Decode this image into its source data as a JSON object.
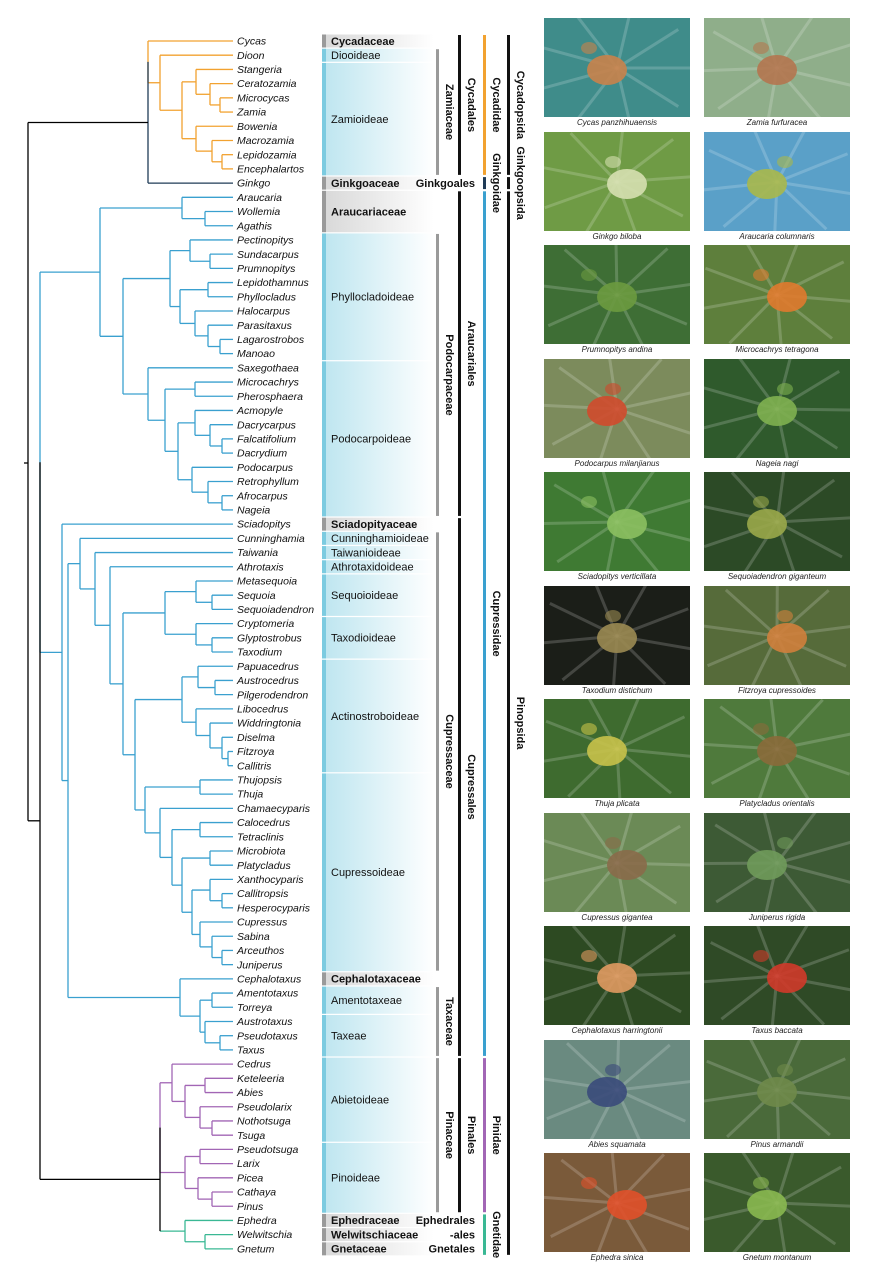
{
  "colors": {
    "cycads": "#f2a230",
    "ginkgo": "#1f3b57",
    "conifers_ii": "#3aa0cf",
    "pinaceae": "#a266b5",
    "gnetales": "#3ab894",
    "root": "#000000"
  },
  "genera": [
    "Cycas",
    "Dioon",
    "Stangeria",
    "Ceratozamia",
    "Microcycas",
    "Zamia",
    "Bowenia",
    "Macrozamia",
    "Lepidozamia",
    "Encephalartos",
    "Ginkgo",
    "Araucaria",
    "Wollemia",
    "Agathis",
    "Pectinopitys",
    "Sundacarpus",
    "Prumnopitys",
    "Lepidothamnus",
    "Phyllocladus",
    "Halocarpus",
    "Parasitaxus",
    "Lagarostrobos",
    "Manoao",
    "Saxegothaea",
    "Microcachrys",
    "Pherosphaera",
    "Acmopyle",
    "Dacrycarpus",
    "Falcatifolium",
    "Dacrydium",
    "Podocarpus",
    "Retrophyllum",
    "Afrocarpus",
    "Nageia",
    "Sciadopitys",
    "Cunninghamia",
    "Taiwania",
    "Athrotaxis",
    "Metasequoia",
    "Sequoia",
    "Sequoiadendron",
    "Cryptomeria",
    "Glyptostrobus",
    "Taxodium",
    "Papuacedrus",
    "Austrocedrus",
    "Pilgerodendron",
    "Libocedrus",
    "Widdringtonia",
    "Diselma",
    "Fitzroya",
    "Callitris",
    "Thujopsis",
    "Thuja",
    "Chamaecyparis",
    "Calocedrus",
    "Tetraclinis",
    "Microbiota",
    "Platycladus",
    "Xanthocyparis",
    "Callitropsis",
    "Hesperocyparis",
    "Cupressus",
    "Sabina",
    "Arceuthos",
    "Juniperus",
    "Cephalotaxus",
    "Amentotaxus",
    "Torreya",
    "Austrotaxus",
    "Pseudotaxus",
    "Taxus",
    "Cedrus",
    "Keteleeria",
    "Abies",
    "Pseudolarix",
    "Nothotsuga",
    "Tsuga",
    "Pseudotsuga",
    "Larix",
    "Picea",
    "Cathaya",
    "Pinus",
    "Ephedra",
    "Welwitschia",
    "Gnetum"
  ],
  "taxa_boxes": [
    {
      "label": "Cycadaceae",
      "bold": true,
      "from": 0,
      "to": 0
    },
    {
      "label": "Diooideae",
      "bold": false,
      "from": 1,
      "to": 1
    },
    {
      "label": "Zamioideae",
      "bold": false,
      "from": 2,
      "to": 9
    },
    {
      "label": "Ginkgoaceae",
      "bold": true,
      "from": 10,
      "to": 10
    },
    {
      "label": "Araucariaceae",
      "bold": true,
      "from": 11,
      "to": 13
    },
    {
      "label": "Phyllocladoideae",
      "bold": false,
      "from": 14,
      "to": 22
    },
    {
      "label": "Podocarpoideae",
      "bold": false,
      "from": 23,
      "to": 33
    },
    {
      "label": "Sciadopityaceae",
      "bold": true,
      "from": 34,
      "to": 34
    },
    {
      "label": "Cunninghamioideae",
      "bold": false,
      "from": 35,
      "to": 35
    },
    {
      "label": "Taiwanioideae",
      "bold": false,
      "from": 36,
      "to": 36
    },
    {
      "label": "Athrotaxidoideae",
      "bold": false,
      "from": 37,
      "to": 37
    },
    {
      "label": "Sequoioideae",
      "bold": false,
      "from": 38,
      "to": 40
    },
    {
      "label": "Taxodioideae",
      "bold": false,
      "from": 41,
      "to": 43
    },
    {
      "label": "Actinostroboideae",
      "bold": false,
      "from": 44,
      "to": 51
    },
    {
      "label": "Cupressoideae",
      "bold": false,
      "from": 52,
      "to": 65
    },
    {
      "label": "Cephalotaxaceae",
      "bold": true,
      "from": 66,
      "to": 66
    },
    {
      "label": "Amentotaxeae",
      "bold": false,
      "from": 67,
      "to": 68
    },
    {
      "label": "Taxeae",
      "bold": false,
      "from": 69,
      "to": 71
    },
    {
      "label": "Abietoideae",
      "bold": false,
      "from": 72,
      "to": 77
    },
    {
      "label": "Pinoideae",
      "bold": false,
      "from": 78,
      "to": 82
    },
    {
      "label": "Ephedraceae",
      "bold": true,
      "from": 83,
      "to": 83
    },
    {
      "label": "Welwitschiaceae",
      "bold": true,
      "from": 84,
      "to": 84
    },
    {
      "label": "Gnetaceae",
      "bold": true,
      "from": 85,
      "to": 85
    }
  ],
  "family_bars": [
    {
      "label": "Zamiaceae",
      "from": 1,
      "to": 9
    },
    {
      "label": "Podocarpaceae",
      "from": 14,
      "to": 33
    },
    {
      "label": "Cupressaceae",
      "from": 35,
      "to": 65
    },
    {
      "label": "Taxaceae",
      "from": 67,
      "to": 71
    },
    {
      "label": "Pinaceae",
      "from": 72,
      "to": 82
    }
  ],
  "order_bars": [
    {
      "label": "Cycadales",
      "from": 0,
      "to": 9
    },
    {
      "label": "Araucariales",
      "from": 11,
      "to": 33
    },
    {
      "label": "Cupressales",
      "from": 34,
      "to": 71
    },
    {
      "label": "Pinales",
      "from": 72,
      "to": 82
    }
  ],
  "order_inline": [
    {
      "label": "Ginkgoales",
      "row": 10
    },
    {
      "label": "Ephedrales",
      "row": 83
    },
    {
      "label": "-ales",
      "row": 84
    },
    {
      "label": "Gnetales",
      "row": 85
    }
  ],
  "subclass_bars": [
    {
      "label": "Cycadidae",
      "from": 0,
      "to": 9,
      "color": "#f2a230"
    },
    {
      "label": "Ginkgoidae",
      "from": 10,
      "to": 10,
      "color": "#1f3b57"
    },
    {
      "label": "Cupressidae",
      "from": 11,
      "to": 71,
      "color": "#3aa0cf"
    },
    {
      "label": "Pinidae",
      "from": 72,
      "to": 82,
      "color": "#a266b5"
    },
    {
      "label": "Gnetidae",
      "from": 83,
      "to": 85,
      "color": "#3ab894"
    }
  ],
  "class_bars": [
    {
      "label": "Cycadopsida",
      "from": 0,
      "to": 9
    },
    {
      "label": "Ginkgoopsida",
      "from": 10,
      "to": 10
    },
    {
      "label": "Pinopsida",
      "from": 11,
      "to": 85
    }
  ],
  "photos": [
    {
      "caption": "Cycas panzhihuaensis",
      "bg": "#3f8c8a",
      "fg": "#c9824a"
    },
    {
      "caption": "Zamia furfuracea",
      "bg": "#8fae8a",
      "fg": "#b4764f"
    },
    {
      "caption": "Ginkgo biloba",
      "bg": "#6f9b45",
      "fg": "#d6e0b0"
    },
    {
      "caption": "Araucaria columnaris",
      "bg": "#5aa0c8",
      "fg": "#a9b84a"
    },
    {
      "caption": "Prumnopitys andina",
      "bg": "#3e6e35",
      "fg": "#6c9a3f"
    },
    {
      "caption": "Microcachrys tetragona",
      "bg": "#5e7f3c",
      "fg": "#e07a2e"
    },
    {
      "caption": "Podocarpus milanjianus",
      "bg": "#7c8b5c",
      "fg": "#d04a2c"
    },
    {
      "caption": "Nageia nagi",
      "bg": "#2f5a2c",
      "fg": "#7fb050"
    },
    {
      "caption": "Sciadopitys verticillata",
      "bg": "#3f7a33",
      "fg": "#8cc060"
    },
    {
      "caption": "Sequoiadendron giganteum",
      "bg": "#2c4a26",
      "fg": "#9aa84a"
    },
    {
      "caption": "Taxodium distichum",
      "bg": "#1b1e18",
      "fg": "#9b8a52"
    },
    {
      "caption": "Fitzroya cupressoides",
      "bg": "#566b3a",
      "fg": "#d0803c"
    },
    {
      "caption": "Thuja plicata",
      "bg": "#3e6b2f",
      "fg": "#c8c24a"
    },
    {
      "caption": "Platycladus orientalis",
      "bg": "#4f7a3c",
      "fg": "#8a6a3a"
    },
    {
      "caption": "Cupressus gigantea",
      "bg": "#6b8a56",
      "fg": "#8a6a4a"
    },
    {
      "caption": "Juniperus rigida",
      "bg": "#3d5a35",
      "fg": "#6f9a5a"
    },
    {
      "caption": "Cephalotaxus harringtonii",
      "bg": "#2d4a22",
      "fg": "#e09a60"
    },
    {
      "caption": "Taxus baccata",
      "bg": "#2f4a26",
      "fg": "#d03a2a"
    },
    {
      "caption": "Abies squamata",
      "bg": "#6a8a80",
      "fg": "#3a4a7a"
    },
    {
      "caption": "Pinus armandii",
      "bg": "#4a6a3a",
      "fg": "#6f8a4a"
    },
    {
      "caption": "Ephedra sinica",
      "bg": "#7a5a3a",
      "fg": "#e0502a"
    },
    {
      "caption": "Gnetum montanum",
      "bg": "#3a5a2c",
      "fg": "#8ab850"
    }
  ]
}
